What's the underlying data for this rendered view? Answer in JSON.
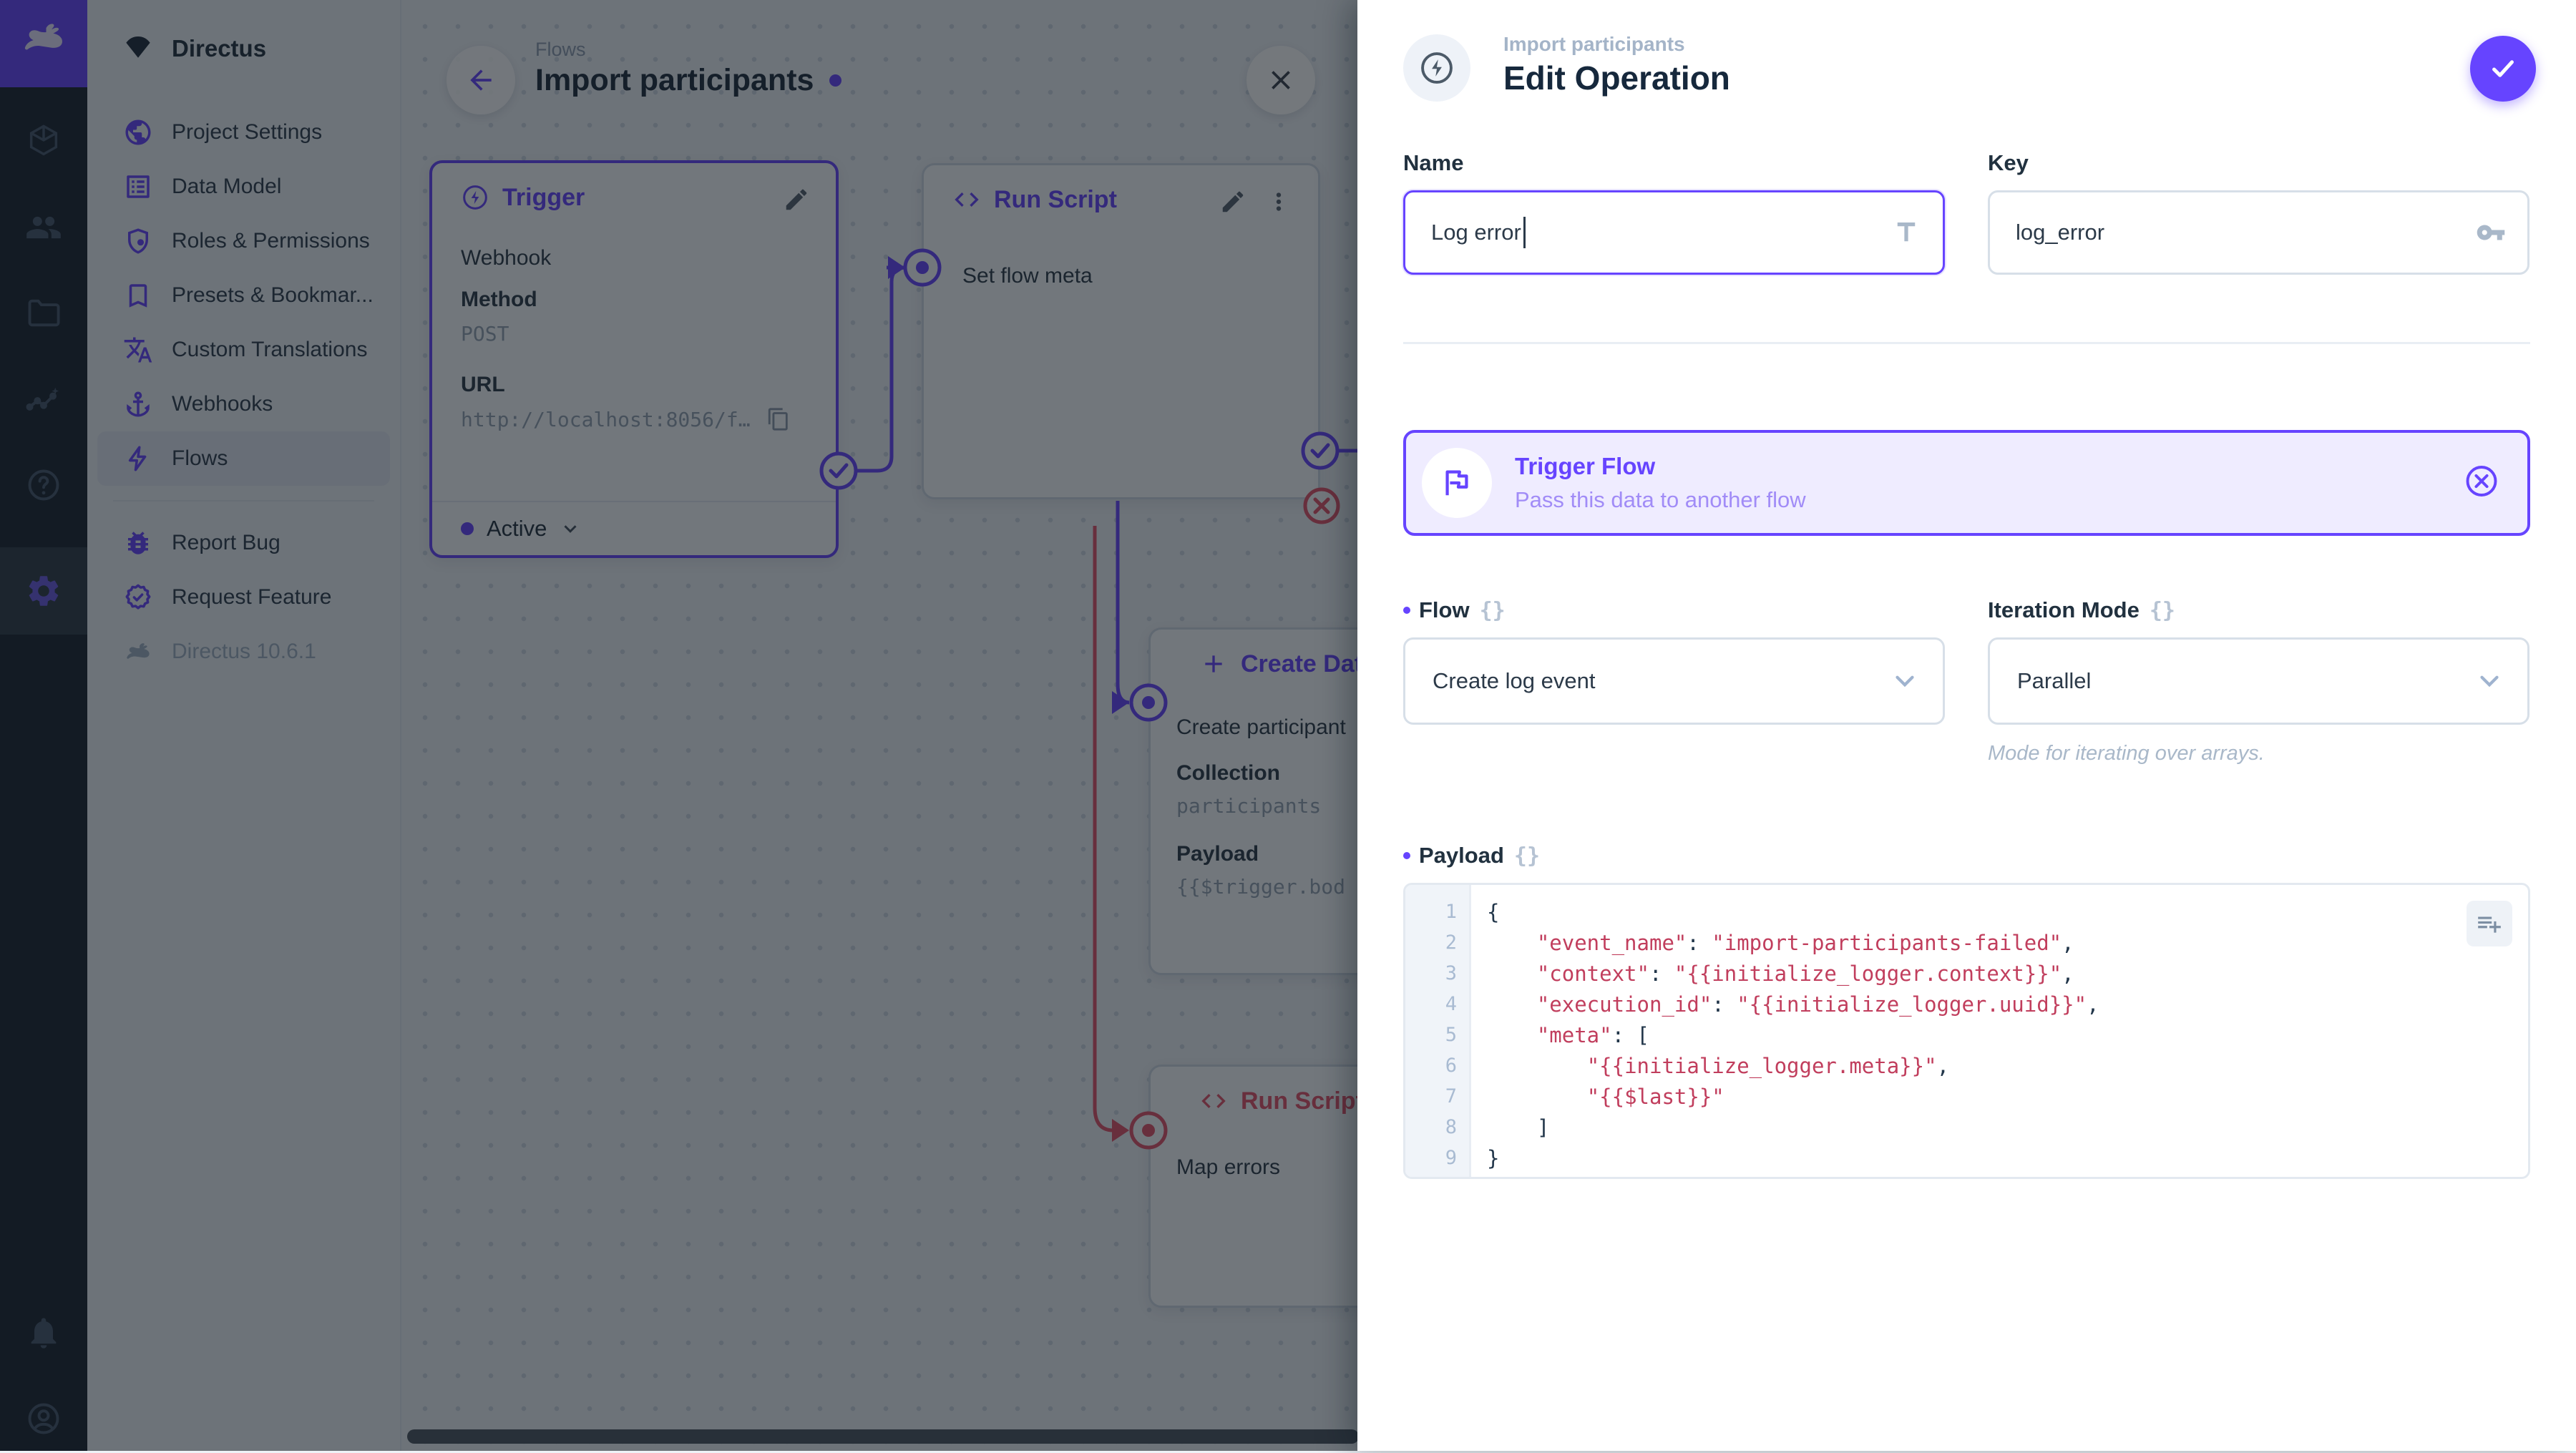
{
  "colors": {
    "accent": "#6644ff",
    "danger": "#e35169"
  },
  "module_bar": {
    "logo": "directus-rabbit",
    "modules": [
      "content",
      "users",
      "files",
      "insights",
      "docs",
      "settings"
    ],
    "bottom": [
      "notifications",
      "avatar"
    ]
  },
  "sidebar": {
    "project_name": "Directus",
    "items": [
      {
        "label": "Project Settings"
      },
      {
        "label": "Data Model"
      },
      {
        "label": "Roles & Permissions"
      },
      {
        "label": "Presets & Bookmar..."
      },
      {
        "label": "Custom Translations"
      },
      {
        "label": "Webhooks"
      },
      {
        "label": "Flows"
      },
      {
        "label": "Report Bug"
      },
      {
        "label": "Request Feature"
      }
    ],
    "version": "Directus 10.6.1"
  },
  "canvas": {
    "breadcrumb": "Flows",
    "title": "Import participants",
    "trigger_node": {
      "title": "Trigger",
      "type": "Webhook",
      "method_label": "Method",
      "method": "POST",
      "url_label": "URL",
      "url": "http://localhost:8056/f…",
      "status": "Active"
    },
    "run_script_node": {
      "title": "Run Script",
      "name": "Set flow meta"
    },
    "create_data_node": {
      "title": "Create Data",
      "name": "Create participant",
      "collection_label": "Collection",
      "collection": "participants",
      "payload_label": "Payload",
      "payload_preview": "{{$trigger.bod"
    },
    "map_errors_node": {
      "title": "Run Script",
      "name": "Map errors"
    }
  },
  "drawer": {
    "breadcrumb": "Import participants",
    "title": "Edit Operation",
    "name_field": {
      "label": "Name",
      "value": "Log error"
    },
    "key_field": {
      "label": "Key",
      "value": "log_error"
    },
    "banner": {
      "title": "Trigger Flow",
      "subtitle": "Pass this data to another flow"
    },
    "flow_field": {
      "label": "Flow",
      "value": "Create log event"
    },
    "iteration_field": {
      "label": "Iteration Mode",
      "value": "Parallel",
      "note": "Mode for iterating over arrays."
    },
    "payload_field": {
      "label": "Payload",
      "lines": [
        [
          {
            "t": "{",
            "c": "p"
          }
        ],
        [
          {
            "t": "    ",
            "c": "p"
          },
          {
            "t": "\"event_name\"",
            "c": "s"
          },
          {
            "t": ": ",
            "c": "p"
          },
          {
            "t": "\"import-participants-failed\"",
            "c": "s"
          },
          {
            "t": ",",
            "c": "p"
          }
        ],
        [
          {
            "t": "    ",
            "c": "p"
          },
          {
            "t": "\"context\"",
            "c": "s"
          },
          {
            "t": ": ",
            "c": "p"
          },
          {
            "t": "\"{{initialize_logger.context}}\"",
            "c": "s"
          },
          {
            "t": ",",
            "c": "p"
          }
        ],
        [
          {
            "t": "    ",
            "c": "p"
          },
          {
            "t": "\"execution_id\"",
            "c": "s"
          },
          {
            "t": ": ",
            "c": "p"
          },
          {
            "t": "\"{{initialize_logger.uuid}}\"",
            "c": "s"
          },
          {
            "t": ",",
            "c": "p"
          }
        ],
        [
          {
            "t": "    ",
            "c": "p"
          },
          {
            "t": "\"meta\"",
            "c": "s"
          },
          {
            "t": ": [",
            "c": "p"
          }
        ],
        [
          {
            "t": "        ",
            "c": "p"
          },
          {
            "t": "\"{{initialize_logger.meta}}\"",
            "c": "s"
          },
          {
            "t": ",",
            "c": "p"
          }
        ],
        [
          {
            "t": "        ",
            "c": "p"
          },
          {
            "t": "\"{{$last}}\"",
            "c": "s"
          }
        ],
        [
          {
            "t": "    ]",
            "c": "p"
          }
        ],
        [
          {
            "t": "}",
            "c": "p"
          }
        ]
      ]
    }
  }
}
